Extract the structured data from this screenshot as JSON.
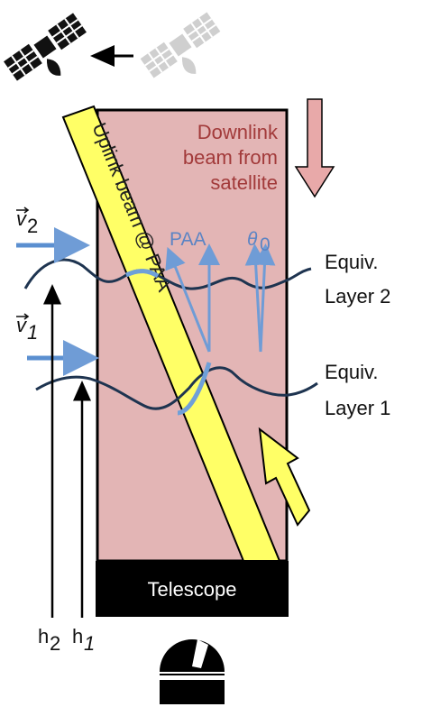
{
  "labels": {
    "downlink_line1": "Downlink",
    "downlink_line2": "beam from",
    "downlink_line3": "satellite",
    "uplink_beam": "Uplink beam @ PAA",
    "paa": "PAA",
    "theta0": "θ",
    "theta0_sub": "0",
    "layer2_line1": "Equiv.",
    "layer2_line2": "Layer 2",
    "layer1_line1": "Equiv.",
    "layer1_line2": "Layer 1",
    "v2": "v",
    "v2_sub": "2",
    "v1": "v",
    "v1_sub": "1",
    "h2": "h",
    "h2_sub": "2",
    "h1": "h",
    "h1_sub": "1",
    "telescope": "Telescope"
  },
  "colors": {
    "column_fill": "#e3b5b5",
    "beam_yellow": "#ffff66",
    "layer_line": "#1e3450",
    "blue_arrow": "#5b8fd0",
    "text_red": "#a23a3a",
    "black": "#000000",
    "ghost_gray": "#cfcfcf"
  },
  "icons": {
    "satellite_current": "satellite-icon",
    "satellite_previous": "satellite-ghost-icon",
    "observatory": "observatory-dome-icon"
  }
}
